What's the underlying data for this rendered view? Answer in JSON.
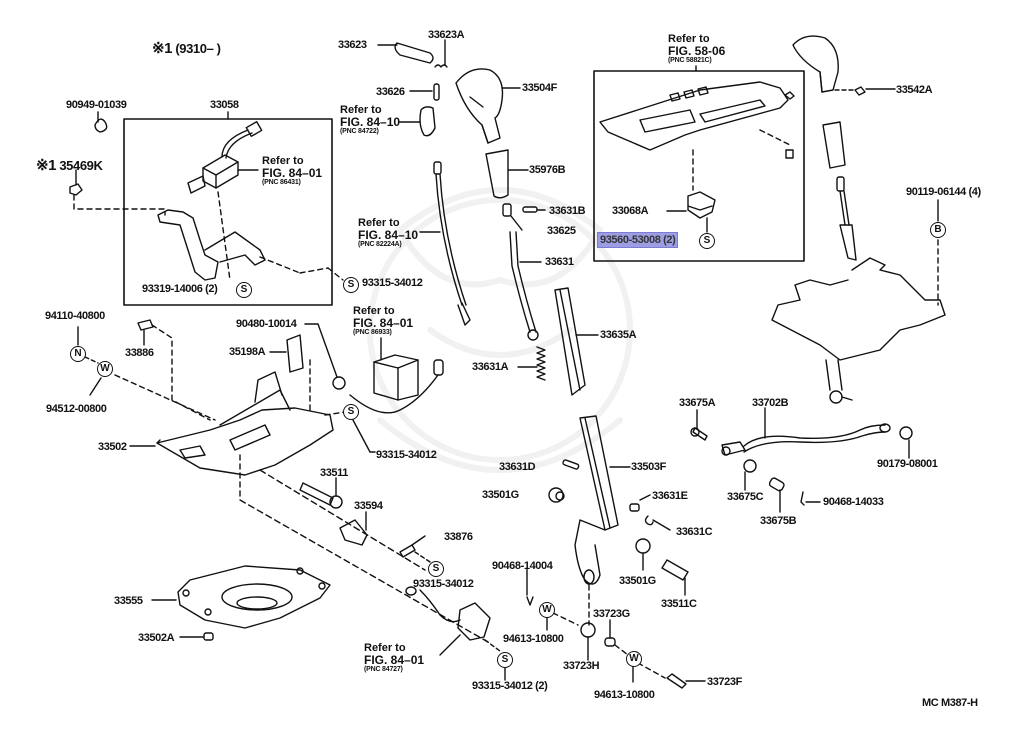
{
  "diagram": {
    "title_note": {
      "mark": "※1",
      "text": "(9310–       )"
    },
    "figure_code": "MC M387-H",
    "highlight_color": "#8c8ce0",
    "parts": {
      "p33623": "33623",
      "p33623A": "33623A",
      "p33626": "33626",
      "p33504F": "33504F",
      "p35976B": "35976B",
      "p33631B": "33631B",
      "p33625": "33625",
      "p33631": "33631",
      "p33635A": "33635A",
      "p33631A": "33631A",
      "p33058": "33058",
      "p90949": "90949-01039",
      "p35469K": "35469K",
      "p93319": "93319-14006 (2)",
      "p93315a": "93315-34012",
      "p94110": "94110-40800",
      "p33886": "33886",
      "p94512": "94512-00800",
      "p90480": "90480-10014",
      "p35198A": "35198A",
      "p33502": "33502",
      "p93315b": "93315-34012",
      "p33511": "33511",
      "p33594": "33594",
      "p33876": "33876",
      "p93315c": "93315-34012",
      "p33555": "33555",
      "p33502A": "33502A",
      "p93315d": "93315-34012 (2)",
      "p33631D": "33631D",
      "p33503F": "33503F",
      "p33501G": "33501G",
      "p33631E": "33631E",
      "p33631C": "33631C",
      "p33501G2": "33501G",
      "p33511C": "33511C",
      "p90468a": "90468-14004",
      "p94613a": "94613-10800",
      "p33723G": "33723G",
      "p33723H": "33723H",
      "p94613b": "94613-10800",
      "p33723F": "33723F",
      "p33068A": "33068A",
      "p93560": "93560-53008 (2)",
      "p33542A": "33542A",
      "p90119": "90119-06144 (4)",
      "p33675A": "33675A",
      "p33702B": "33702B",
      "p90179": "90179-08001",
      "p33675C": "33675C",
      "p33675B": "33675B",
      "p90468b": "90468-14033"
    },
    "refs": {
      "r1": {
        "l1": "Refer to",
        "l2": "FIG. 84–10",
        "l3": "(PNC 84722)"
      },
      "r2": {
        "l1": "Refer to",
        "l2": "FIG. 84–01",
        "l3": "(PNC 86431)"
      },
      "r3": {
        "l1": "Refer to",
        "l2": "FIG. 84–10",
        "l3": "(PNC 82224A)"
      },
      "r4": {
        "l1": "Refer to",
        "l2": "FIG. 84–01",
        "l3": "(PNC 86933)"
      },
      "r5": {
        "l1": "Refer to",
        "l2": "FIG. 58-06",
        "l3": "(PNC 58821C)"
      },
      "r6": {
        "l1": "Refer to",
        "l2": "FIG. 84–01",
        "l3": "(PNC 84727)"
      }
    },
    "symbols": {
      "S": "S",
      "N": "N",
      "W": "W",
      "B": "B"
    }
  }
}
